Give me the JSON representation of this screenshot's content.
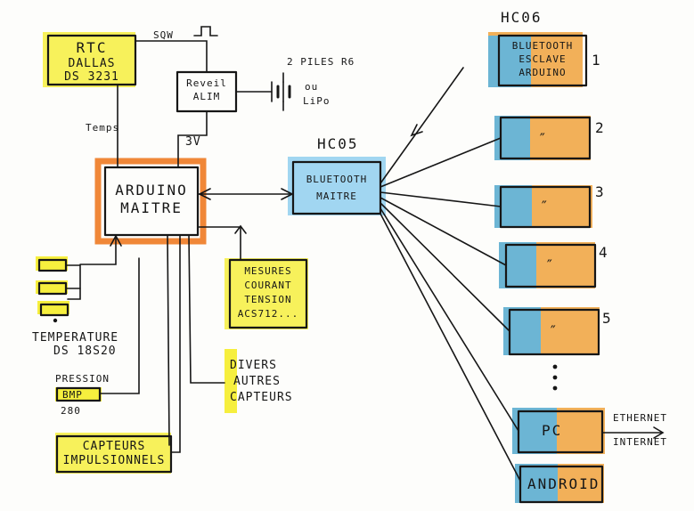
{
  "rtc": {
    "line1": "RTC",
    "line2": "DALLAS",
    "line3": "DS 3231"
  },
  "sqw_label": "SQW",
  "reveil": {
    "line1": "Reveil",
    "line2": "ALIM"
  },
  "piles": {
    "line1": "2 PILES R6",
    "line2": "ou",
    "line3": "LiPo"
  },
  "temps_label": "Temps",
  "v3_label": "3V",
  "arduino_maitre": {
    "line1": "ARDUINO",
    "line2": "MAITRE"
  },
  "hc05_label": "HC05",
  "bt_maitre": {
    "line1": "BLUETOOTH",
    "line2": "MAITRE"
  },
  "mesures": {
    "line1": "MESURES",
    "line2": "COURANT",
    "line3": "TENSION",
    "line4": "ACS712..."
  },
  "temperature": {
    "line1": "TEMPERATURE",
    "line2": "DS 18S20"
  },
  "pression_label": "PRESSION",
  "bmp": {
    "line1": "BMP",
    "line2": "280"
  },
  "divers": {
    "line1": "DIVERS",
    "line2": "AUTRES",
    "line3": "CAPTEURS"
  },
  "capteurs_impuls": {
    "line1": "CAPTEURS",
    "line2": "IMPULSIONNELS"
  },
  "hc06_label": "HC06",
  "bt_esclave": {
    "line1": "BLUETOOTH",
    "line2": "ESCLAVE",
    "line3": "ARDUINO"
  },
  "ditto_mark": "″",
  "slave_numbers": [
    "1",
    "2",
    "3",
    "4",
    "5"
  ],
  "pc_label": "PC",
  "ethernet": {
    "line1": "ETHERNET",
    "line2": "INTERNET"
  },
  "android_label": "ANDROID",
  "colors": {
    "blue": "#55b6ea",
    "orange": "#f0a23c",
    "yellow": "#f6ef3e",
    "arduino_orange": "#ee7a22",
    "ink": "#161616"
  }
}
